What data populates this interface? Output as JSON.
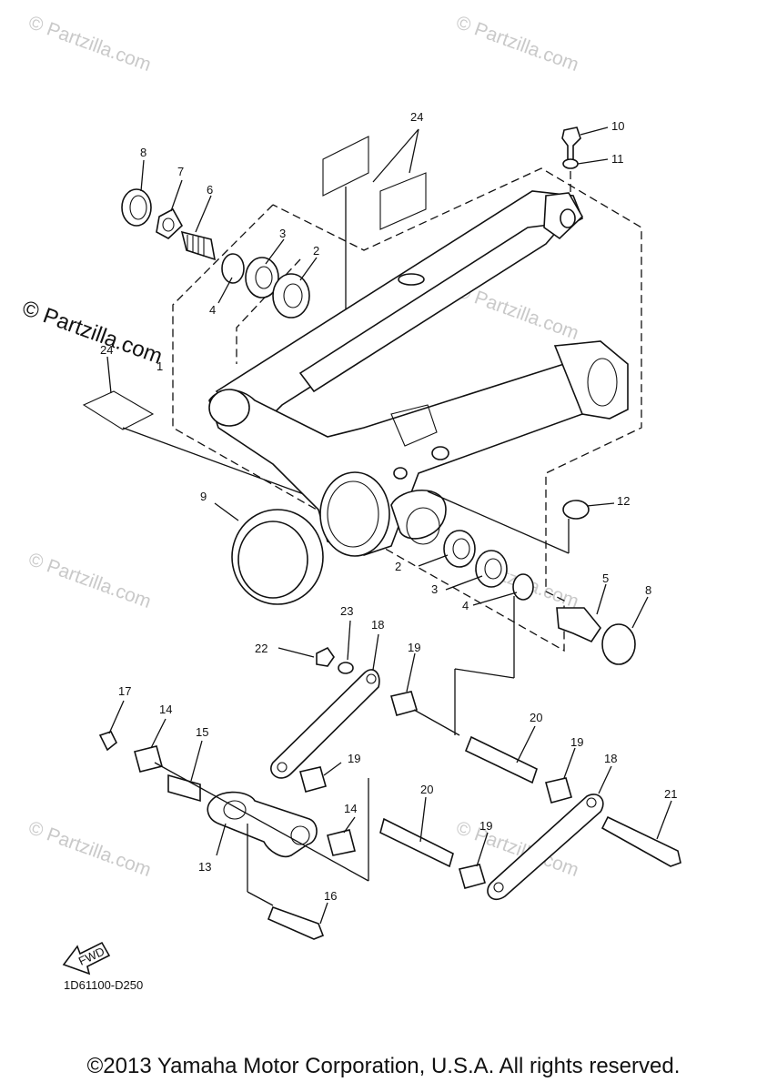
{
  "diagram": {
    "code": "1D61100-D250",
    "copyright": "©2013 Yamaha Motor Corporation, U.S.A. All rights reserved.",
    "side_watermark": "© Partzilla.com",
    "watermark_text": "© Partzilla.com",
    "fwd_label": "FWD"
  },
  "callouts": {
    "c2a": "2",
    "c2b": "2",
    "c3a": "3",
    "c3b": "3",
    "c4a": "4",
    "c4b": "4",
    "c5": "5",
    "c6": "6",
    "c7": "7",
    "c8a": "8",
    "c8b": "8",
    "c9": "9",
    "c10": "10",
    "c11": "11",
    "c12": "12",
    "c13": "13",
    "c14a": "14",
    "c14b": "14",
    "c15": "15",
    "c16": "16",
    "c17": "17",
    "c18a": "18",
    "c18b": "18",
    "c19a": "19",
    "c19b": "19",
    "c19c": "19",
    "c19d": "19",
    "c20a": "20",
    "c20b": "20",
    "c21": "21",
    "c22": "22",
    "c23": "23",
    "c24a": "24",
    "c24b": "24",
    "c1": "1"
  }
}
